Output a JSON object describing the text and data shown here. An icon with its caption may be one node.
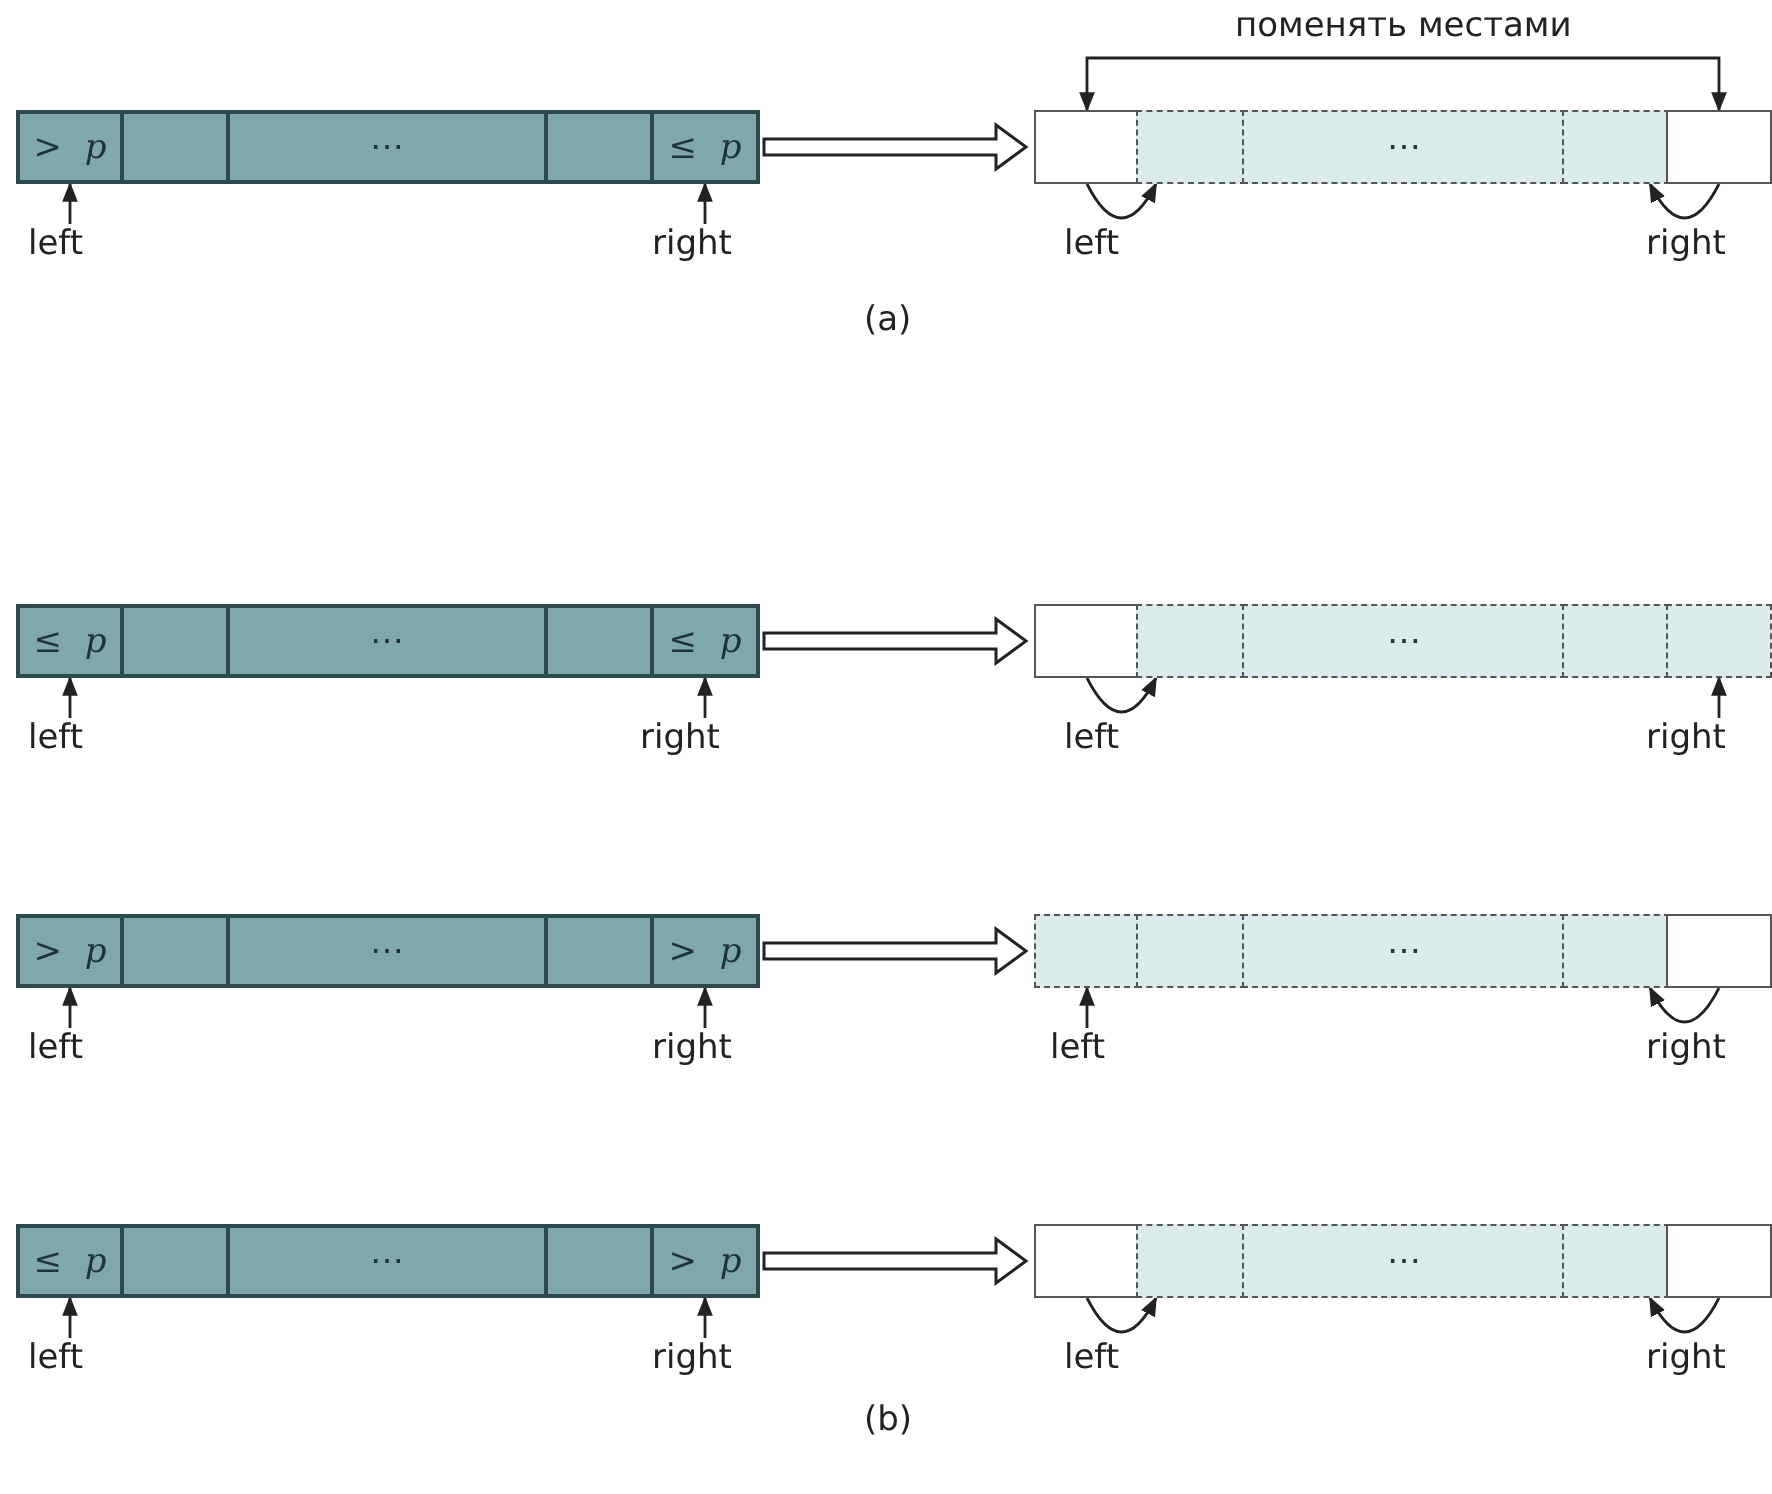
{
  "diagram": {
    "nodes": [
      {
        "text": [],
        "shape": "box"
      },
      {
        "text": [
          "> *p*"
        ],
        "in": 0
      },
      {
        "text": [],
        "shape": "box",
        "in": 0
      },
      {
        "text": [
          "⋯"
        ],
        "in": 0
      },
      {
        "text": [],
        "shape": "box",
        "in": 0
      },
      {
        "text": [
          "≤ *p*"
        ],
        "in": 0
      },
      {
        "text": [
          "left"
        ]
      },
      {
        "text": [
          "right"
        ]
      },
      {
        "text": [],
        "shape": "box"
      },
      {
        "text": [],
        "shape": "box",
        "in": 8
      },
      {
        "text": [],
        "shape": "box",
        "in": 8
      },
      {
        "text": [
          "⋯"
        ],
        "in": 8
      },
      {
        "text": [],
        "shape": "box",
        "in": 8
      },
      {
        "text": [],
        "shape": "box",
        "in": 8
      },
      {
        "text": [],
        "shape": "box"
      },
      {
        "text": [
          "≤ *p*"
        ],
        "in": 14
      },
      {
        "text": [],
        "shape": "box",
        "in": 14
      },
      {
        "text": [
          "⋯"
        ],
        "in": 14
      },
      {
        "text": [],
        "shape": "box",
        "in": 14
      },
      {
        "text": [
          "≤ *p*"
        ],
        "in": 14
      },
      {
        "text": [
          "left"
        ]
      },
      {
        "text": [
          "right"
        ]
      },
      {
        "text": [],
        "shape": "box"
      },
      {
        "text": [],
        "shape": "box",
        "in": 22
      },
      {
        "text": [],
        "shape": "box",
        "in": 22
      },
      {
        "text": [
          "⋯"
        ],
        "in": 22
      },
      {
        "text": [],
        "shape": "box",
        "in": 22
      },
      {
        "text": [],
        "shape": "box",
        "in": 22
      },
      {
        "text": [
          "right"
        ]
      },
      {
        "text": [],
        "shape": "box"
      },
      {
        "text": [
          "> *p*"
        ],
        "in": 29
      },
      {
        "text": [],
        "shape": "box",
        "in": 29
      },
      {
        "text": [
          "⋯"
        ],
        "in": 29
      },
      {
        "text": [],
        "shape": "box",
        "in": 29
      },
      {
        "text": [
          "> *p*"
        ],
        "in": 29
      },
      {
        "text": [
          "left"
        ]
      },
      {
        "text": [
          "right"
        ]
      },
      {
        "text": [],
        "shape": "box"
      },
      {
        "text": [],
        "shape": "box",
        "in": 37
      },
      {
        "text": [],
        "shape": "box",
        "in": 37
      },
      {
        "text": [
          "⋯"
        ],
        "in": 37
      },
      {
        "text": [],
        "shape": "box",
        "in": 37
      },
      {
        "text": [],
        "shape": "box",
        "in": 37
      },
      {
        "text": [
          "left"
        ]
      },
      {
        "text": [],
        "shape": "box"
      },
      {
        "text": [
          "≤ *p*"
        ],
        "in": 44
      },
      {
        "text": [],
        "shape": "box",
        "in": 44
      },
      {
        "text": [
          "⋯"
        ],
        "in": 44
      },
      {
        "text": [],
        "shape": "box",
        "in": 44
      },
      {
        "text": [
          "> *p*"
        ],
        "in": 44
      },
      {
        "text": [
          "left"
        ]
      },
      {
        "text": [
          "right"
        ]
      },
      {
        "text": [],
        "shape": "box"
      },
      {
        "text": [],
        "shape": "box",
        "in": 52
      },
      {
        "text": [],
        "shape": "box",
        "in": 52
      },
      {
        "text": [
          "⋯"
        ],
        "in": 52
      },
      {
        "text": [],
        "shape": "box",
        "in": 52
      },
      {
        "text": [],
        "shape": "box",
        "in": 52
      }
    ],
    "edges": [
      {
        "from": 6,
        "to": 1,
        "arrow": "to"
      },
      {
        "from": 7,
        "to": 5,
        "arrow": "to"
      },
      {
        "from": 0,
        "to": 8,
        "arrow": "to",
        "style": "thick"
      },
      {
        "from": 9,
        "to": 10,
        "arrow": "to"
      },
      {
        "from": 13,
        "to": 12,
        "arrow": "to"
      },
      {
        "from": 9,
        "to": 13,
        "arrow": "both",
        "label": "поменять местами"
      },
      {
        "from": 20,
        "to": 15,
        "arrow": "to"
      },
      {
        "from": 21,
        "to": 19,
        "arrow": "to"
      },
      {
        "from": 14,
        "to": 22,
        "arrow": "to",
        "style": "thick"
      },
      {
        "from": 23,
        "to": 24,
        "arrow": "to"
      },
      {
        "from": 28,
        "to": 27,
        "arrow": "to"
      },
      {
        "from": 35,
        "to": 30,
        "arrow": "to"
      },
      {
        "from": 36,
        "to": 34,
        "arrow": "to"
      },
      {
        "from": 29,
        "to": 37,
        "arrow": "to",
        "style": "thick"
      },
      {
        "from": 42,
        "to": 41,
        "arrow": "to"
      },
      {
        "from": 43,
        "to": 38,
        "arrow": "to"
      },
      {
        "from": 50,
        "to": 45,
        "arrow": "to"
      },
      {
        "from": 51,
        "to": 49,
        "arrow": "to"
      },
      {
        "from": 44,
        "to": 52,
        "arrow": "to",
        "style": "thick"
      },
      {
        "from": 53,
        "to": 54,
        "arrow": "to"
      },
      {
        "from": 57,
        "to": 56,
        "arrow": "to"
      }
    ],
    "labels": [
      "left",
      "right",
      "(a)",
      "left",
      "right",
      "left",
      "right",
      "(b)"
    ]
  }
}
